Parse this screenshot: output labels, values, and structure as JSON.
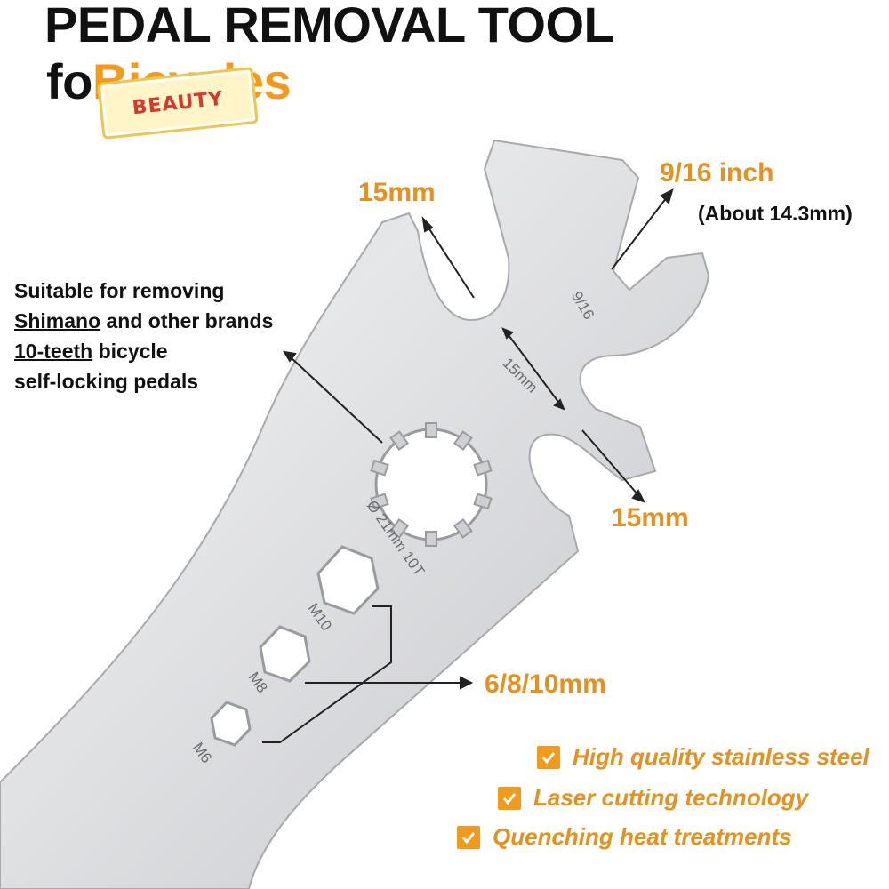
{
  "title": {
    "line1": "PEDAL REMOVAL TOOL",
    "line2_prefix": "fo",
    "line2_orange": "Bicycles"
  },
  "badge": {
    "text": "BEAUTY"
  },
  "labels": {
    "top_left_15mm": "15mm",
    "inch_size": "9/16 inch",
    "inch_size_metric": "(About 14.3mm)",
    "bottom_15mm": "15mm",
    "hex_sizes": "6/8/10mm"
  },
  "description": {
    "line1": "Suitable for removing",
    "line2_brand": "Shimano",
    "line2_rest": " and other brands",
    "line3_teeth": "10-teeth",
    "line3_rest": " bicycle",
    "line4": "self-locking pedals"
  },
  "tool_engravings": {
    "inch": "9/16",
    "mm": "15mm",
    "spline": "Ø 21mm 10T",
    "m10": "M10",
    "m8": "M8",
    "m6": "M6"
  },
  "features": [
    {
      "text": "High quality stainless steel",
      "icon": "checkbox-icon"
    },
    {
      "text": "Laser cutting technology",
      "icon": "checkbox-icon"
    },
    {
      "text": "Quenching heat treatments",
      "icon": "checkbox-icon"
    }
  ],
  "colors": {
    "accent": "#f39a1c",
    "metal": "#d9dadc",
    "text": "#111111"
  }
}
